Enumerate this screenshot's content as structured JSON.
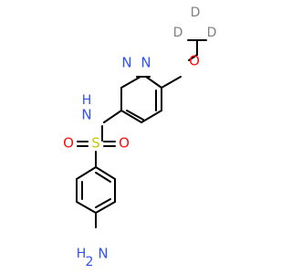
{
  "labels": {
    "n_ring_1": "N",
    "n_ring_2": "N",
    "o": "O",
    "nh": "H",
    "n_sulfonamide": "N",
    "s": "S",
    "o_left": "O",
    "o_right": "O",
    "d_top": "D",
    "d_left": "D",
    "d_right": "D",
    "nh2_h1": "H",
    "nh2_h2": "2",
    "nh2_n": "N"
  },
  "colors": {
    "N": "#3050F8",
    "O": "#FF0D0D",
    "S": "#C8C800",
    "bond": "#000000"
  }
}
